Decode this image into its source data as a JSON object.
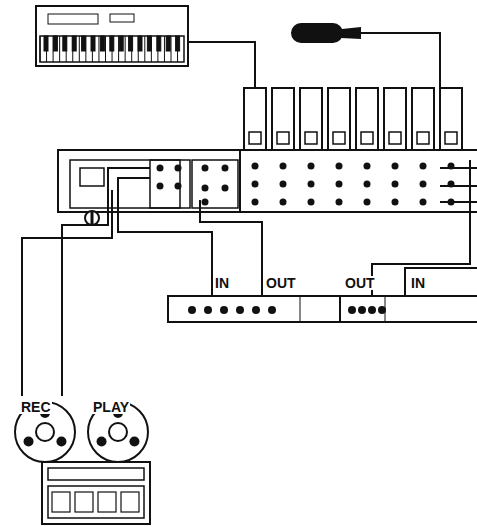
{
  "diagram": {
    "labels": [
      "IN",
      "OUT",
      "OUT",
      "IN",
      "REC",
      "PLAY"
    ]
  }
}
